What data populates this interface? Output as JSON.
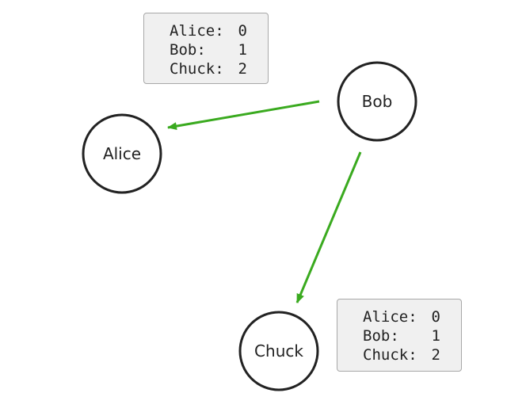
{
  "nodes": {
    "alice": {
      "label": "Alice"
    },
    "bob": {
      "label": "Bob"
    },
    "chuck": {
      "label": "Chuck"
    }
  },
  "edges": [
    {
      "from": "Bob",
      "to": "Alice"
    },
    {
      "from": "Bob",
      "to": "Chuck"
    }
  ],
  "vector_clocks": [
    {
      "owner": "Alice",
      "rows": [
        {
          "name": "Alice:",
          "value": "0"
        },
        {
          "name": "Bob:",
          "value": "1"
        },
        {
          "name": "Chuck:",
          "value": "2"
        }
      ]
    },
    {
      "owner": "Chuck",
      "rows": [
        {
          "name": "Alice:",
          "value": "0"
        },
        {
          "name": "Bob:",
          "value": "1"
        },
        {
          "name": "Chuck:",
          "value": "2"
        }
      ]
    }
  ],
  "colors": {
    "edge": "#3aaa1f",
    "node_stroke": "#222222",
    "box_fill": "#f0f0f0",
    "box_border": "#a8a8a8"
  }
}
